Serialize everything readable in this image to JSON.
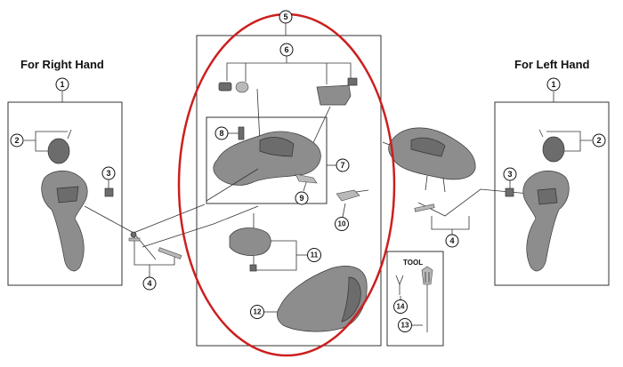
{
  "headings": {
    "right_hand": "For Right Hand",
    "left_hand": "For Left Hand",
    "tool": "TOOL"
  },
  "callouts": [
    "1",
    "2",
    "3",
    "4",
    "5",
    "6",
    "7",
    "8",
    "9",
    "10",
    "11",
    "12",
    "13",
    "14"
  ],
  "colors": {
    "highlight_ellipse": "#cc1f1f",
    "lines": "#333333",
    "part_fill": "#8d8d8d"
  }
}
